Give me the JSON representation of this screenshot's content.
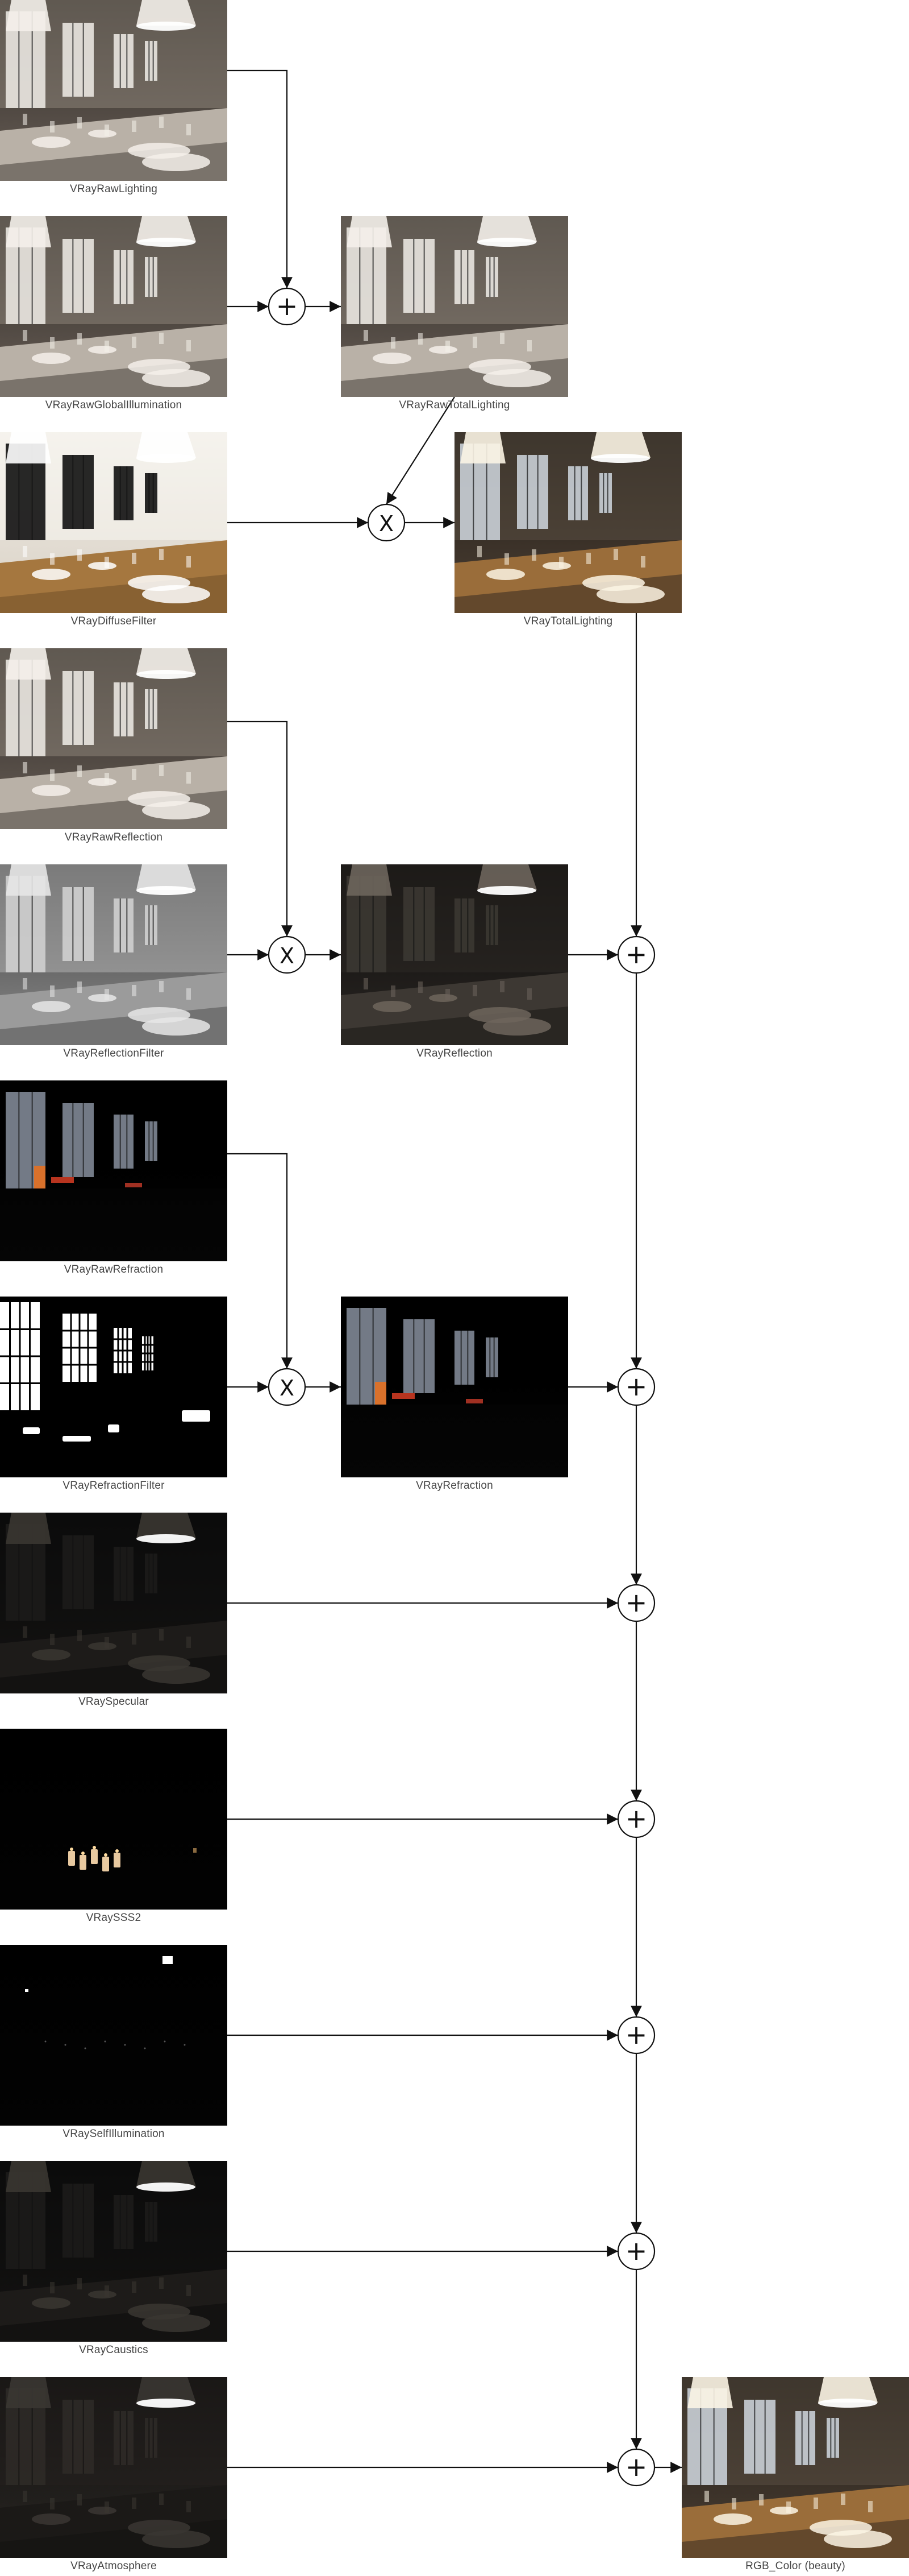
{
  "passes": [
    {
      "id": "raw-lighting",
      "label": "VRayRawLighting",
      "tone": "lit",
      "col": 0,
      "row": 0
    },
    {
      "id": "raw-gi",
      "label": "VRayRawGlobalIllumination",
      "tone": "lit",
      "col": 0,
      "row": 1
    },
    {
      "id": "raw-total-lighting",
      "label": "VRayRawTotalLighting",
      "tone": "lit",
      "col": 1,
      "row": 1
    },
    {
      "id": "diffuse-filter",
      "label": "VRayDiffuseFilter",
      "tone": "bright",
      "col": 0,
      "row": 2
    },
    {
      "id": "total-lighting",
      "label": "VRayTotalLighting",
      "tone": "warm",
      "col": 2,
      "row": 2
    },
    {
      "id": "raw-reflection",
      "label": "VRayRawReflection",
      "tone": "lit",
      "col": 0,
      "row": 3
    },
    {
      "id": "reflection-filter",
      "label": "VRayReflectionFilter",
      "tone": "grey",
      "col": 0,
      "row": 4
    },
    {
      "id": "reflection",
      "label": "VRayReflection",
      "tone": "dim",
      "col": 1,
      "row": 4
    },
    {
      "id": "raw-refraction",
      "label": "VRayRawRefraction",
      "tone": "windows",
      "col": 0,
      "row": 5
    },
    {
      "id": "refraction-filter",
      "label": "VRayRefractionFilter",
      "tone": "mask",
      "col": 0,
      "row": 6
    },
    {
      "id": "refraction",
      "label": "VRayRefraction",
      "tone": "windows",
      "col": 1,
      "row": 6
    },
    {
      "id": "specular",
      "label": "VRaySpecular",
      "tone": "dark",
      "col": 0,
      "row": 7
    },
    {
      "id": "sss2",
      "label": "VRaySSS2",
      "tone": "candles",
      "col": 0,
      "row": 8
    },
    {
      "id": "self-illumination",
      "label": "VRaySelfIllumination",
      "tone": "selfillum",
      "col": 0,
      "row": 9
    },
    {
      "id": "caustics",
      "label": "VRayCaustics",
      "tone": "dark",
      "col": 0,
      "row": 10
    },
    {
      "id": "atmosphere",
      "label": "VRayAtmosphere",
      "tone": "haze",
      "col": 0,
      "row": 11
    },
    {
      "id": "beauty",
      "label": "RGB_Color (beauty)",
      "tone": "warm",
      "col": 3,
      "row": 11
    }
  ],
  "operators": [
    {
      "id": "op-add-gi",
      "symbol": "+"
    },
    {
      "id": "op-mul-diffuse",
      "symbol": "X"
    },
    {
      "id": "op-mul-reflection",
      "symbol": "X"
    },
    {
      "id": "op-add-reflection",
      "symbol": "+"
    },
    {
      "id": "op-mul-refraction",
      "symbol": "X"
    },
    {
      "id": "op-add-refraction",
      "symbol": "+"
    },
    {
      "id": "op-add-specular",
      "symbol": "+"
    },
    {
      "id": "op-add-sss",
      "symbol": "+"
    },
    {
      "id": "op-add-selfillum",
      "symbol": "+"
    },
    {
      "id": "op-add-caustics",
      "symbol": "+"
    },
    {
      "id": "op-add-atmosphere",
      "symbol": "+"
    }
  ],
  "colors": {
    "line": "#111111",
    "label": "#444444",
    "background": "#ffffff"
  }
}
